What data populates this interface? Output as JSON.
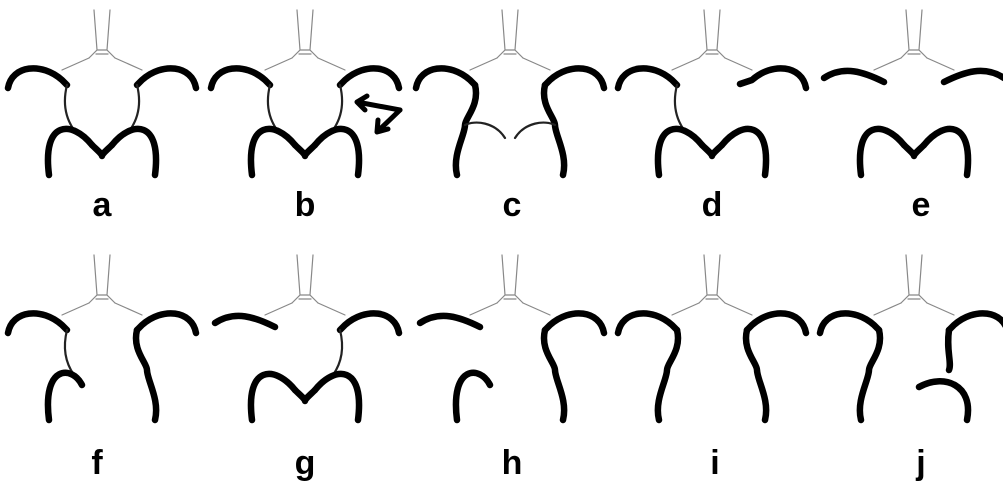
{
  "panels": [
    {
      "id": "a",
      "label": "a"
    },
    {
      "id": "b",
      "label": "b"
    },
    {
      "id": "c",
      "label": "c"
    },
    {
      "id": "d",
      "label": "d"
    },
    {
      "id": "e",
      "label": "e"
    },
    {
      "id": "f",
      "label": "f"
    },
    {
      "id": "g",
      "label": "g"
    },
    {
      "id": "h",
      "label": "h"
    },
    {
      "id": "i",
      "label": "i"
    },
    {
      "id": "j",
      "label": "j"
    }
  ]
}
